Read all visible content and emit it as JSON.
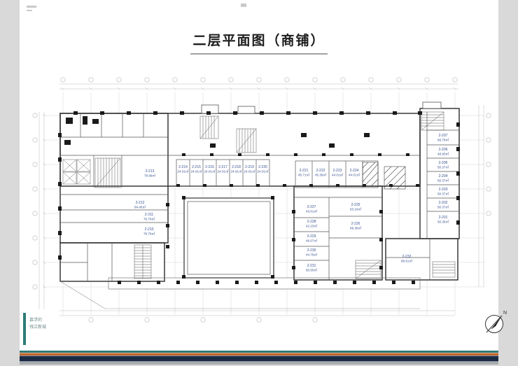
{
  "page": {
    "title": "二层平面图（商铺）",
    "brand": {
      "line1": "慕浮的",
      "line2": "钱江新城"
    },
    "north_label": "N",
    "colors": {
      "teal": "#2e7b78",
      "orange": "#c2662c",
      "navy": "#1b2a44",
      "gray": "#a8acae",
      "page_bg": "#d9d9d9",
      "ink": "#2b2b2b",
      "room_label": "#35508f"
    }
  },
  "plan": {
    "rooms": [
      {
        "id": "2-213",
        "area": "78.99㎡"
      },
      {
        "id": "2-212",
        "area": "84.45㎡"
      },
      {
        "id": "2-211",
        "area": "76.79㎡"
      },
      {
        "id": "2-210",
        "area": "78.79㎡"
      },
      {
        "id": "2-214",
        "area": "24.01㎡"
      },
      {
        "id": "2-215",
        "area": "24.01㎡"
      },
      {
        "id": "2-216",
        "area": "24.01㎡"
      },
      {
        "id": "2-217",
        "area": "24.01㎡"
      },
      {
        "id": "2-218",
        "area": "24.01㎡"
      },
      {
        "id": "2-219",
        "area": "24.01㎡"
      },
      {
        "id": "2-220",
        "area": "24.01㎡"
      },
      {
        "id": "2-221",
        "area": "45.71㎡"
      },
      {
        "id": "2-222",
        "area": "45.39㎡"
      },
      {
        "id": "2-223",
        "area": "44.01㎡"
      },
      {
        "id": "2-224",
        "area": "44.01㎡"
      },
      {
        "id": "2-227",
        "area": "43.01㎡"
      },
      {
        "id": "2-228",
        "area": "42.23㎡"
      },
      {
        "id": "2-229",
        "area": "46.07㎡"
      },
      {
        "id": "2-230",
        "area": "44.79㎡"
      },
      {
        "id": "2-231",
        "area": "50.50㎡"
      },
      {
        "id": "2-225",
        "area": "63.18㎡"
      },
      {
        "id": "2-226",
        "area": "69.39㎡"
      },
      {
        "id": "2-232",
        "area": "89.61㎡"
      },
      {
        "id": "2-207",
        "area": "68.78㎡"
      },
      {
        "id": "2-206",
        "area": "48.90㎡"
      },
      {
        "id": "2-205",
        "area": "50.37㎡"
      },
      {
        "id": "2-204",
        "area": "50.37㎡"
      },
      {
        "id": "2-203",
        "area": "50.37㎡"
      },
      {
        "id": "2-202",
        "area": "50.37㎡"
      },
      {
        "id": "2-201",
        "area": "50.35㎡"
      }
    ]
  }
}
